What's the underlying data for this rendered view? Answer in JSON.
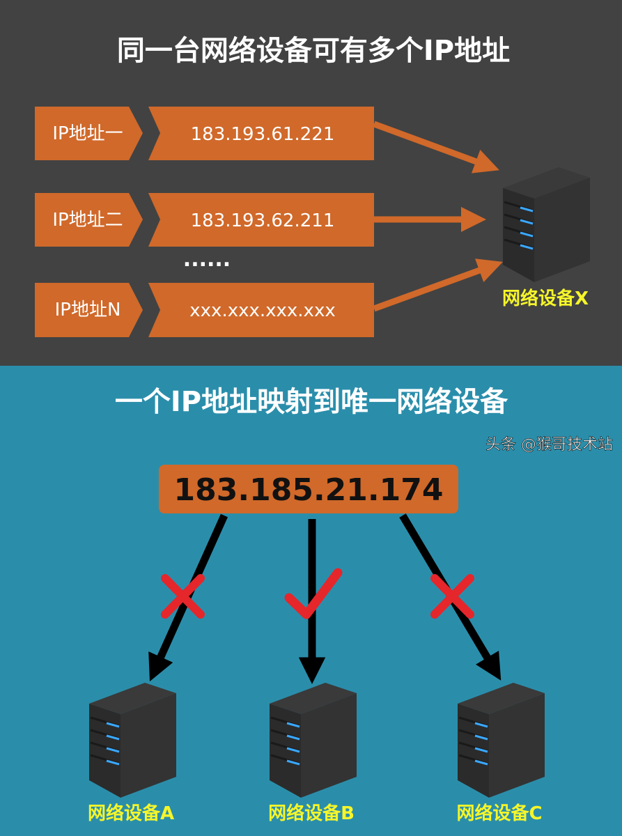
{
  "top": {
    "title": "同一台网络设备可有多个IP地址",
    "rows": [
      {
        "label": "IP地址一",
        "ip": "183.193.61.221"
      },
      {
        "label": "IP地址二",
        "ip": "183.193.62.211"
      },
      {
        "label": "IP地址N",
        "ip": "xxx.xxx.xxx.xxx"
      }
    ],
    "ellipsis": "......",
    "device": "网络设备X"
  },
  "bottom": {
    "title": "一个IP地址映射到唯一网络设备",
    "ip": "183.185.21.174",
    "devices": [
      {
        "label": "网络设备A",
        "mark": "cross-icon"
      },
      {
        "label": "网络设备B",
        "mark": "check-icon"
      },
      {
        "label": "网络设备C",
        "mark": "cross-icon"
      }
    ]
  },
  "watermark": "头条 @猴哥技术站",
  "colors": {
    "top_bg": "#424242",
    "bottom_bg": "#2a8eab",
    "orange": "#d0692a",
    "label_yellow": "#f5f52a",
    "mark_red": "#e5262b"
  }
}
